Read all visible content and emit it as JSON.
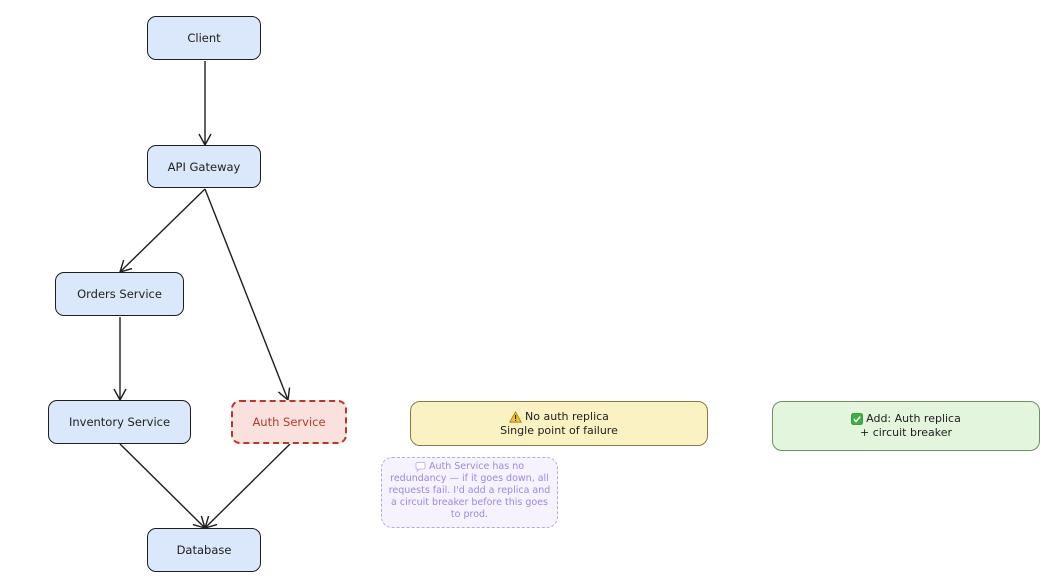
{
  "nodes": {
    "client": "Client",
    "api_gateway": "API Gateway",
    "orders_service": "Orders Service",
    "inventory_service": "Inventory Service",
    "auth_service": "Auth Service",
    "database": "Database"
  },
  "callouts": {
    "warning": {
      "icon": "warning-icon",
      "line1": "No auth replica",
      "line2": "Single point of failure"
    },
    "fix": {
      "icon": "check-icon",
      "line1": "Add: Auth replica",
      "line2": "+ circuit breaker"
    }
  },
  "note": {
    "icon": "speech-bubble-icon",
    "lines": [
      "Auth Service has no",
      "redundancy — if it goes down, all",
      "requests fail. I'd add a replica and",
      "a circuit breaker before this goes",
      "to prod."
    ]
  },
  "colors": {
    "node_fill": "#dbe8fb",
    "risk_fill": "#fbe1dd",
    "risk_stroke": "#b23b2e",
    "warning_fill": "#faf2c3",
    "fix_fill": "#e3f5dc",
    "note_stroke": "#b6a6ec"
  }
}
